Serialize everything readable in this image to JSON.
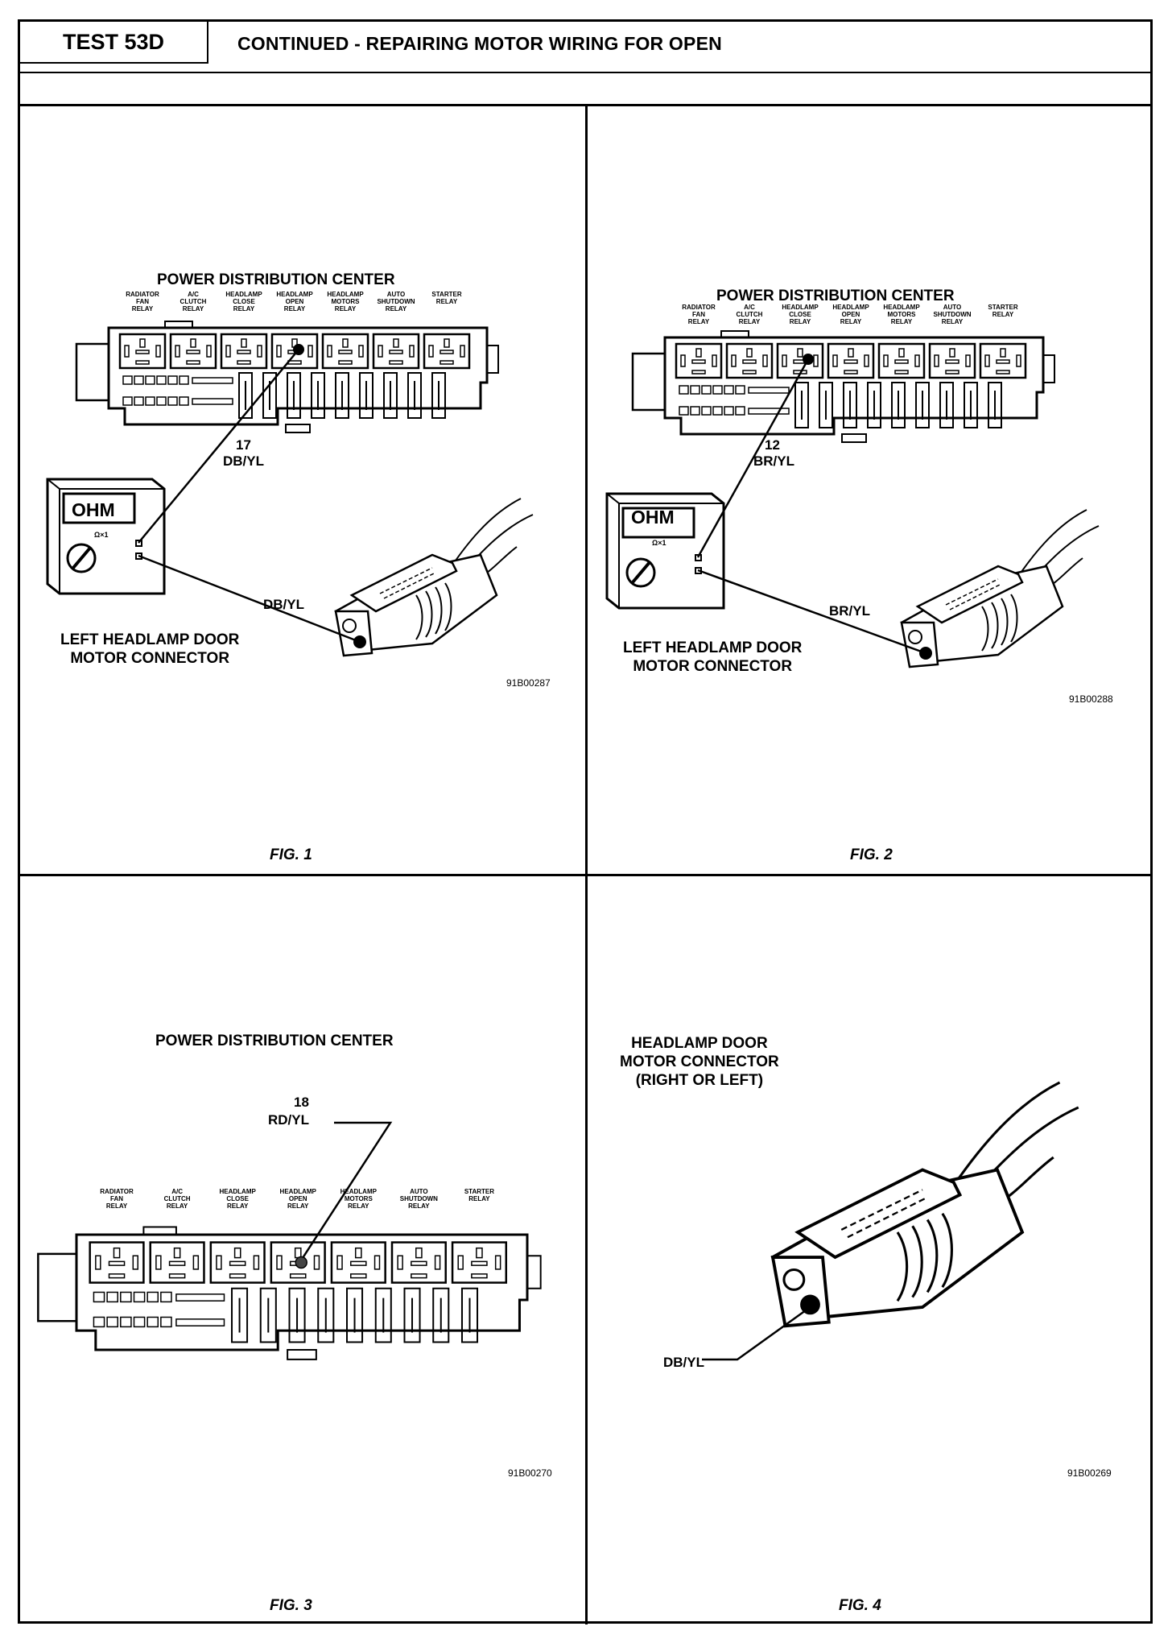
{
  "header": {
    "test_label": "TEST 53D",
    "title": "CONTINUED - REPAIRING MOTOR WIRING FOR OPEN"
  },
  "relay_labels": [
    "RADIATOR\nFAN\nRELAY",
    "A/C\nCLUTCH\nRELAY",
    "HEADLAMP\nCLOSE\nRELAY",
    "HEADLAMP\nOPEN\nRELAY",
    "HEADLAMP\nMOTORS\nRELAY",
    "AUTO\nSHUTDOWN\nRELAY",
    "STARTER\nRELAY"
  ],
  "fig1": {
    "pdc_title": "POWER DISTRIBUTION CENTER",
    "wire_number": "17",
    "wire_color": "DB/YL",
    "meter_label": "OHM",
    "meter_scale": "Ω×1",
    "connector_wire": "DB/YL",
    "connector_label": "LEFT HEADLAMP DOOR\nMOTOR CONNECTOR",
    "code": "91B00287",
    "caption": "FIG. 1"
  },
  "fig2": {
    "pdc_title": "POWER DISTRIBUTION CENTER",
    "wire_number": "12",
    "wire_color": "BR/YL",
    "meter_label": "OHM",
    "meter_scale": "Ω×1",
    "connector_wire": "BR/YL",
    "connector_label": "LEFT HEADLAMP DOOR\nMOTOR CONNECTOR",
    "code": "91B00288",
    "caption": "FIG. 2"
  },
  "fig3": {
    "pdc_title": "POWER DISTRIBUTION CENTER",
    "wire_number": "18",
    "wire_color": "RD/YL",
    "code": "91B00270",
    "caption": "FIG. 3"
  },
  "fig4": {
    "connector_label": "HEADLAMP DOOR\nMOTOR CONNECTOR\n(RIGHT OR LEFT)",
    "wire_color": "DB/YL",
    "code": "91B00269",
    "caption": "FIG. 4"
  }
}
